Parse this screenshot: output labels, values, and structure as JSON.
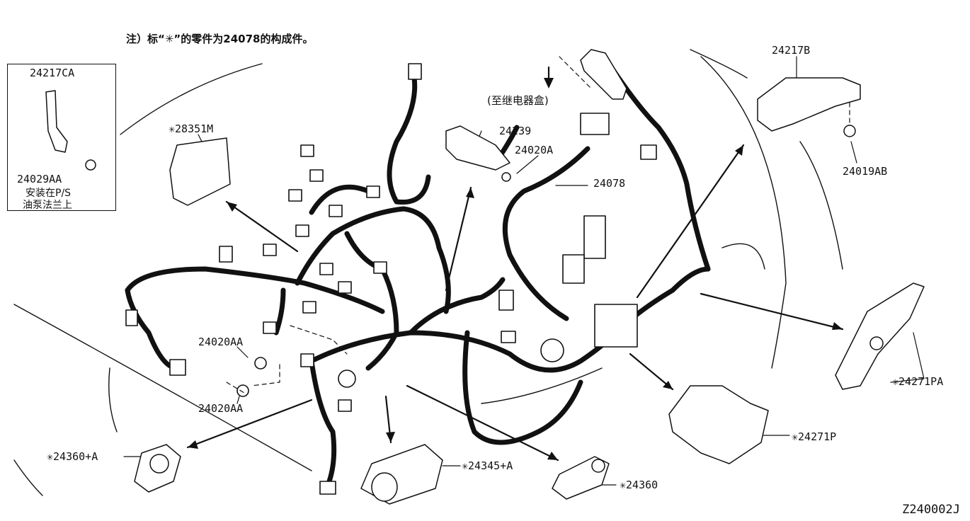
{
  "note": "注）标“✳”的零件为24078的构成件。",
  "inset": {
    "part_top": "24217CA",
    "part_bottom": "24029AA",
    "mount_note_1": "安装在P/S",
    "mount_note_2": "油泵法兰上"
  },
  "labels": {
    "relay_box": "(至继电器盒)",
    "p28351m": "✳28351M",
    "p24239": "24239",
    "p24020a": "24020A",
    "p24078": "24078",
    "p24217b": "24217B",
    "p24019ab": "24019AB",
    "p24020aa_top": "24020AA",
    "p24020aa_bottom": "24020AA",
    "p24271pa": "✳24271PA",
    "p24271p": "✳24271P",
    "p24360a": "✳24360+A",
    "p24345a": "✳24345+A",
    "p24360": "✳24360"
  },
  "figure_code": "Z240002J"
}
